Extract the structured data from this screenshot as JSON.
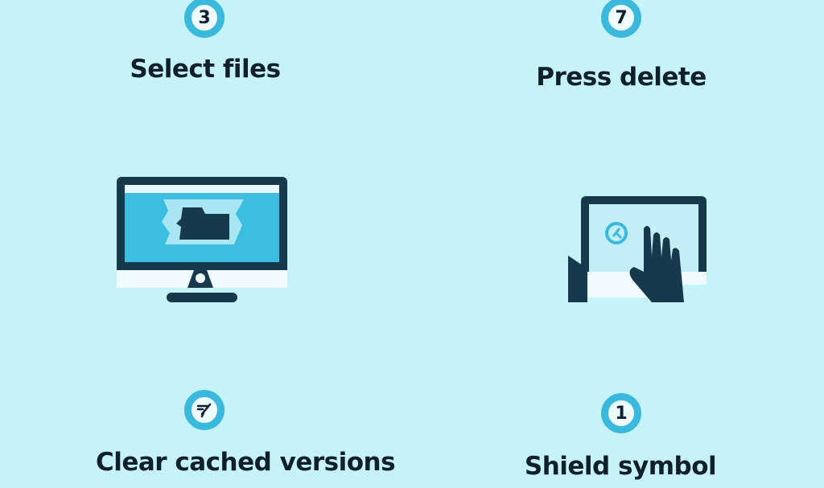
{
  "steps": [
    {
      "id": "top-left",
      "badge": "3",
      "label": "Select files"
    },
    {
      "id": "top-right",
      "badge": "7",
      "label": "Press delete"
    },
    {
      "id": "bottom-left",
      "badge_icon": "airplane-icon",
      "label": "Clear cached versions"
    },
    {
      "id": "bottom-right",
      "badge": "1",
      "label": "Shield symbol"
    }
  ],
  "illustrations": [
    {
      "name": "monitor-with-folder-icon"
    },
    {
      "name": "hand-tapping-tablet-icon"
    }
  ],
  "colors": {
    "background": "#c6f3f8",
    "accent": "#3ab9dc",
    "dark": "#163a4c",
    "screen": "#3bbfe0"
  }
}
